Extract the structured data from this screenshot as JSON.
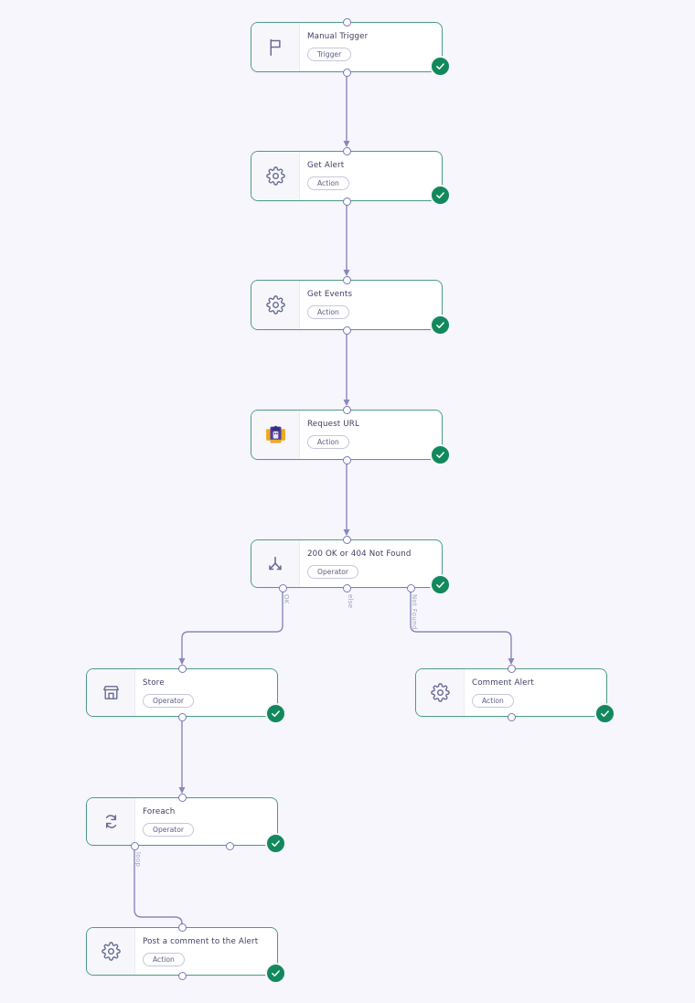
{
  "canvas": {
    "background": "#f6f6fc",
    "node_border_color": "#4e9d83",
    "edge_color": "#8a88bb",
    "status_color": "#12895d",
    "port_color": "#7b79b8"
  },
  "workflow": {
    "nodes": [
      {
        "id": "manual-trigger",
        "title": "Manual Trigger",
        "pill": "Trigger",
        "icon": "flag-icon",
        "status": "success"
      },
      {
        "id": "get-alert",
        "title": "Get Alert",
        "pill": "Action",
        "icon": "gear-icon",
        "status": "success"
      },
      {
        "id": "get-events",
        "title": "Get Events",
        "pill": "Action",
        "icon": "gear-icon",
        "status": "success"
      },
      {
        "id": "request-url",
        "title": "Request URL",
        "pill": "Action",
        "icon": "mascot-avatar-icon",
        "status": "success"
      },
      {
        "id": "branch",
        "title": "200 OK or 404 Not Found",
        "pill": "Operator",
        "icon": "branch-split-icon",
        "status": "success"
      },
      {
        "id": "store",
        "title": "Store",
        "pill": "Operator",
        "icon": "store-icon",
        "status": "success"
      },
      {
        "id": "comment-alert",
        "title": "Comment Alert",
        "pill": "Action",
        "icon": "gear-icon",
        "status": "success"
      },
      {
        "id": "foreach",
        "title": "Foreach",
        "pill": "Operator",
        "icon": "loop-icon",
        "status": "success"
      },
      {
        "id": "post-comment",
        "title": "Post a comment to the Alert",
        "pill": "Action",
        "icon": "gear-icon",
        "status": "success"
      }
    ],
    "edge_labels": {
      "ok": "OK",
      "else": "else",
      "not_found": "Not Found",
      "loop": "loop"
    }
  }
}
